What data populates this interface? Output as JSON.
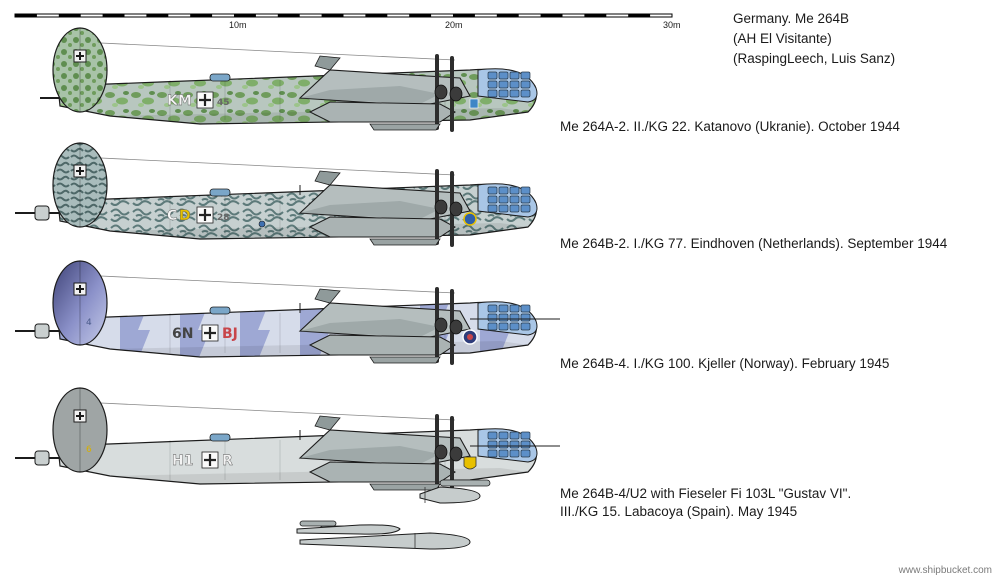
{
  "title": {
    "line1": "Germany. Me 264B",
    "line2": "(AH El Visitante)",
    "line3": "(RaspingLeech, Luis Sanz)"
  },
  "scale": {
    "labels": [
      "10m",
      "20m",
      "30m"
    ]
  },
  "aircraft": [
    {
      "caption": "Me 264A-2. II./KG 22. Katanovo (Ukranie). October 1944",
      "code": "KM",
      "code_suffix": "45",
      "tail_number": "",
      "colors": {
        "base": "#b8c7bf",
        "mottle": "#6f9c5c",
        "mottle2": "#9cc48a",
        "belly": "#c9d2d2",
        "tail": "#a8c3a8"
      }
    },
    {
      "caption": "Me 264B-2. I./KG 77. Eindhoven (Netherlands). September 1944",
      "code": "C",
      "code_yellow": "D",
      "code_suffix": "28",
      "tail_number": "",
      "colors": {
        "base": "#c6d0d0",
        "mottle": "#5d7a7a",
        "mottle2": "#8ea6a6",
        "belly": "#cfd8d8",
        "tail": "#8fa8a8"
      }
    },
    {
      "caption": "Me 264B-4. I./KG 100. Kjeller (Norway). February 1945",
      "code": "6N",
      "code_red": "BJ",
      "code_suffix": "",
      "tail_number": "4",
      "colors": {
        "base": "#d6dcea",
        "mottle": "#4c4f80",
        "mottle2": "#9ea8d4",
        "belly": "#d9dfe6",
        "tail": "#8b91c9"
      }
    },
    {
      "caption_line1": "Me 264B-4/U2 with Fieseler Fi 103L \"Gustav VI\".",
      "caption_line2": "III./KG 15. Labacoya (Spain). May 1945",
      "code": "H1",
      "code_suffix": "R",
      "tail_number": "6",
      "colors": {
        "base": "#d8dddd",
        "mottle": "#b9c0c0",
        "mottle2": "#c8cccc",
        "belly": "#d8dddd",
        "tail": "#9fa5a5"
      }
    }
  ],
  "watermark": "www.shipbucket.com",
  "palette": {
    "outline": "#1c1c1c",
    "glass": "#5c8fc8",
    "frame": "#2a3b4a",
    "shadow": "#7a8484",
    "prop": "#2d2d2d"
  }
}
